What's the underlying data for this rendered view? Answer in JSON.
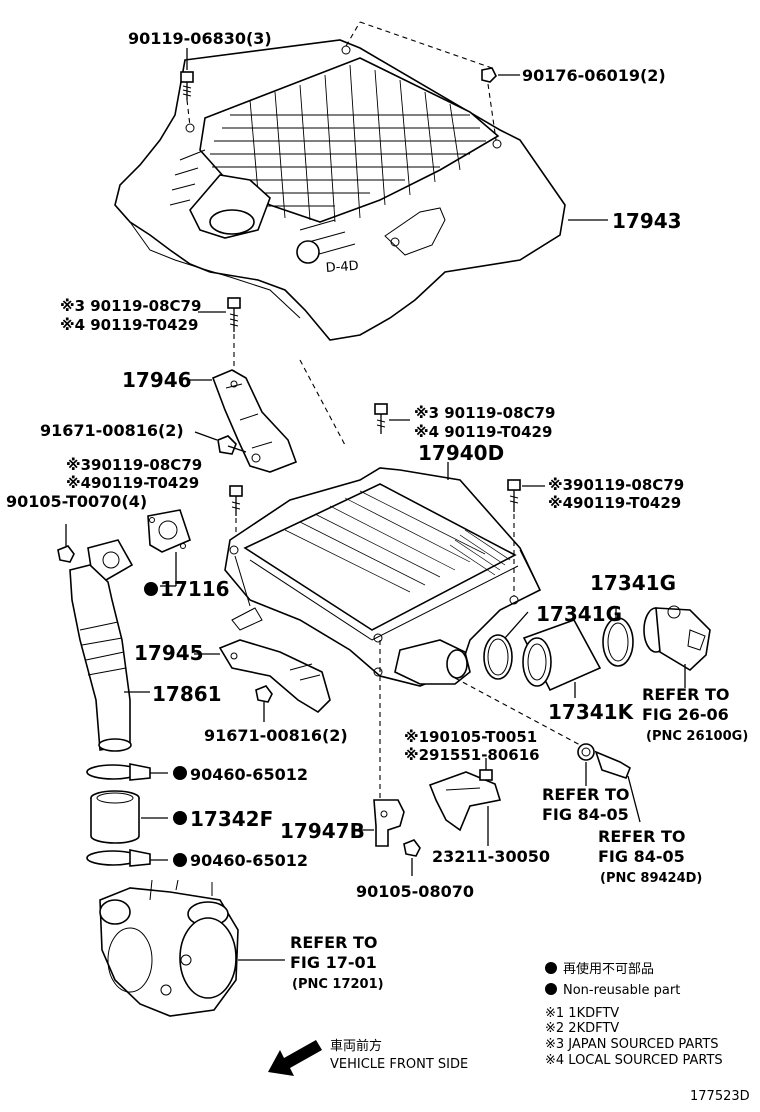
{
  "parts": [
    {
      "id": "p01",
      "text": "90119-06830(3)"
    },
    {
      "id": "p02",
      "text": "90176-06019(2)"
    },
    {
      "id": "p03",
      "text": "17943"
    },
    {
      "id": "p04a",
      "text": "※3 90119-08C79"
    },
    {
      "id": "p04b",
      "text": "※4 90119-T0429"
    },
    {
      "id": "p05",
      "text": "17946"
    },
    {
      "id": "p06a",
      "text": "※3 90119-08C79"
    },
    {
      "id": "p06b",
      "text": "※4 90119-T0429"
    },
    {
      "id": "p07",
      "text": "91671-00816(2)"
    },
    {
      "id": "p08",
      "text": "17940D"
    },
    {
      "id": "p09a",
      "text": "※390119-08C79"
    },
    {
      "id": "p09b",
      "text": "※490119-T0429"
    },
    {
      "id": "p10a",
      "text": "※390119-08C79"
    },
    {
      "id": "p10b",
      "text": "※490119-T0429"
    },
    {
      "id": "p11",
      "text": "90105-T0070(4)"
    },
    {
      "id": "p12",
      "text": "17116"
    },
    {
      "id": "p13",
      "text": "17341G"
    },
    {
      "id": "p14",
      "text": "17341G"
    },
    {
      "id": "p15",
      "text": "17945"
    },
    {
      "id": "p16",
      "text": "17861"
    },
    {
      "id": "p17",
      "text": "17341K"
    },
    {
      "id": "p18",
      "text": "91671-00816(2)"
    },
    {
      "id": "p19a",
      "text": "※190105-T0051"
    },
    {
      "id": "p19b",
      "text": "※291551-80616"
    },
    {
      "id": "p20",
      "text": "90460-65012"
    },
    {
      "id": "p21",
      "text": "17342F"
    },
    {
      "id": "p22",
      "text": "17947B"
    },
    {
      "id": "p23",
      "text": "90460-65012"
    },
    {
      "id": "p24",
      "text": "23211-30050"
    },
    {
      "id": "p25",
      "text": "90105-08070"
    }
  ],
  "refs": [
    {
      "id": "r1",
      "line1": "REFER TO",
      "line2": "FIG 26-06",
      "line3": "(PNC 26100G)"
    },
    {
      "id": "r2",
      "line1": "REFER TO",
      "line2": "FIG 84-05",
      "line3": ""
    },
    {
      "id": "r3",
      "line1": "REFER TO",
      "line2": "FIG 84-05",
      "line3": "(PNC 89424D)"
    },
    {
      "id": "r4",
      "line1": "REFER TO",
      "line2": "FIG 17-01",
      "line3": "(PNC 17201)"
    }
  ],
  "legend": {
    "reuse_jp": "再使用不可部品",
    "nonreusable": "Non-reusable part",
    "n1": "※1 1KDFTV",
    "n2": "※2 2KDFTV",
    "n3": "※3 JAPAN SOURCED PARTS",
    "n4": "※4 LOCAL SOURCED PARTS"
  },
  "front": {
    "jp": "車両前方",
    "en": "VEHICLE FRONT SIDE"
  },
  "figure_code": "177523D",
  "cover_emblem": "D-4D"
}
